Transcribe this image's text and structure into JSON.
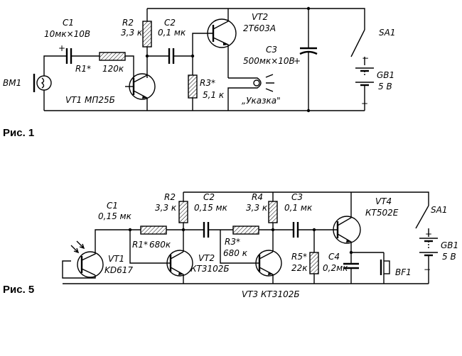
{
  "fig1": {
    "caption": "Рис. 1",
    "labels": {
      "c1_name": "C1",
      "c1_value": "10мк×10В",
      "r2_name": "R2",
      "r2_value": "3,3 к",
      "c2_name": "C2",
      "c2_value": "0,1 мк",
      "vt2_name": "VT2",
      "vt2_type": "2Т603А",
      "sa1": "SA1",
      "c3_name": "C3",
      "c3_value": "500мк×10В",
      "r1_name": "R1*",
      "r1_value": "120к",
      "bm1": "BM1",
      "vt1": "VT1 МП25Б",
      "r3_name": "R3*",
      "r3_value": "5,1 к",
      "pointer": "„Указка\"",
      "gb1_name": "GB1",
      "gb1_value": "5 В",
      "plus": "+",
      "minus": "−"
    }
  },
  "fig5": {
    "caption": "Рис. 5",
    "labels": {
      "r2_name": "R2",
      "r2_value": "3,3 к",
      "c2_name": "C2",
      "c2_value": "0,15 мк",
      "r4_name": "R4",
      "r4_value": "3,3 к",
      "c3_name": "C3",
      "c3_value": "0,1 мк",
      "vt4_name": "VT4",
      "vt4_type": "КТ502Е",
      "c1_name": "C1",
      "c1_value": "0,15 мк",
      "sa1": "SA1",
      "r1_name": "R1*",
      "r1_value": "680к",
      "r3_name": "R3*",
      "r3_value": "680 к",
      "gb1_name": "GB1",
      "gb1_value": "5 В",
      "r5_name": "R5*",
      "r5_value": "22к",
      "c4_name": "C4",
      "c4_value": "0,2мк",
      "vt1_name": "VT1",
      "vt1_type": "KD617",
      "vt2_name": "VT2",
      "vt2_type": "КТ3102Б",
      "bf1": "BF1",
      "vt3": "VT3 КТ3102Б",
      "plus": "+",
      "minus": "−"
    }
  }
}
